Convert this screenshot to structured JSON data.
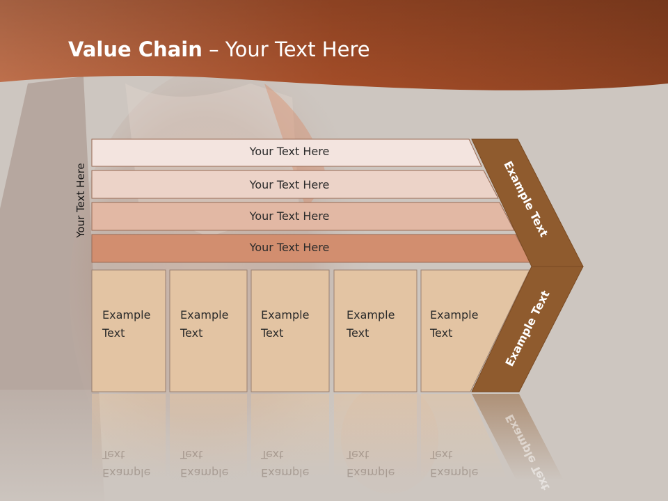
{
  "slide": {
    "title_bold": "Value Chain",
    "title_rest": " – Your Text Here",
    "side_label": "Your Text Here",
    "rows": [
      {
        "label": "Your Text Here",
        "color": "#f3e4df"
      },
      {
        "label": "Your Text Here",
        "color": "#ecd3c8"
      },
      {
        "label": "Your Text Here",
        "color": "#e2b8a4"
      },
      {
        "label": "Your Text Here",
        "color": "#d28e6f"
      }
    ],
    "columns": [
      {
        "line1": "Example",
        "line2": "Text"
      },
      {
        "line1": "Example",
        "line2": "Text"
      },
      {
        "line1": "Example",
        "line2": "Text"
      },
      {
        "line1": "Example",
        "line2": "Text"
      },
      {
        "line1": "Example",
        "line2": "Text"
      }
    ],
    "column_color": "#e3c4a3",
    "chevron_color": "#8f5b2e",
    "chevron_top_label": "Example Text",
    "chevron_bottom_label": "Example Text",
    "reflection_label": "Example Text",
    "reflection_col_line1": "Example",
    "reflection_col_line2": "Text",
    "header_color": "#a9552d"
  }
}
